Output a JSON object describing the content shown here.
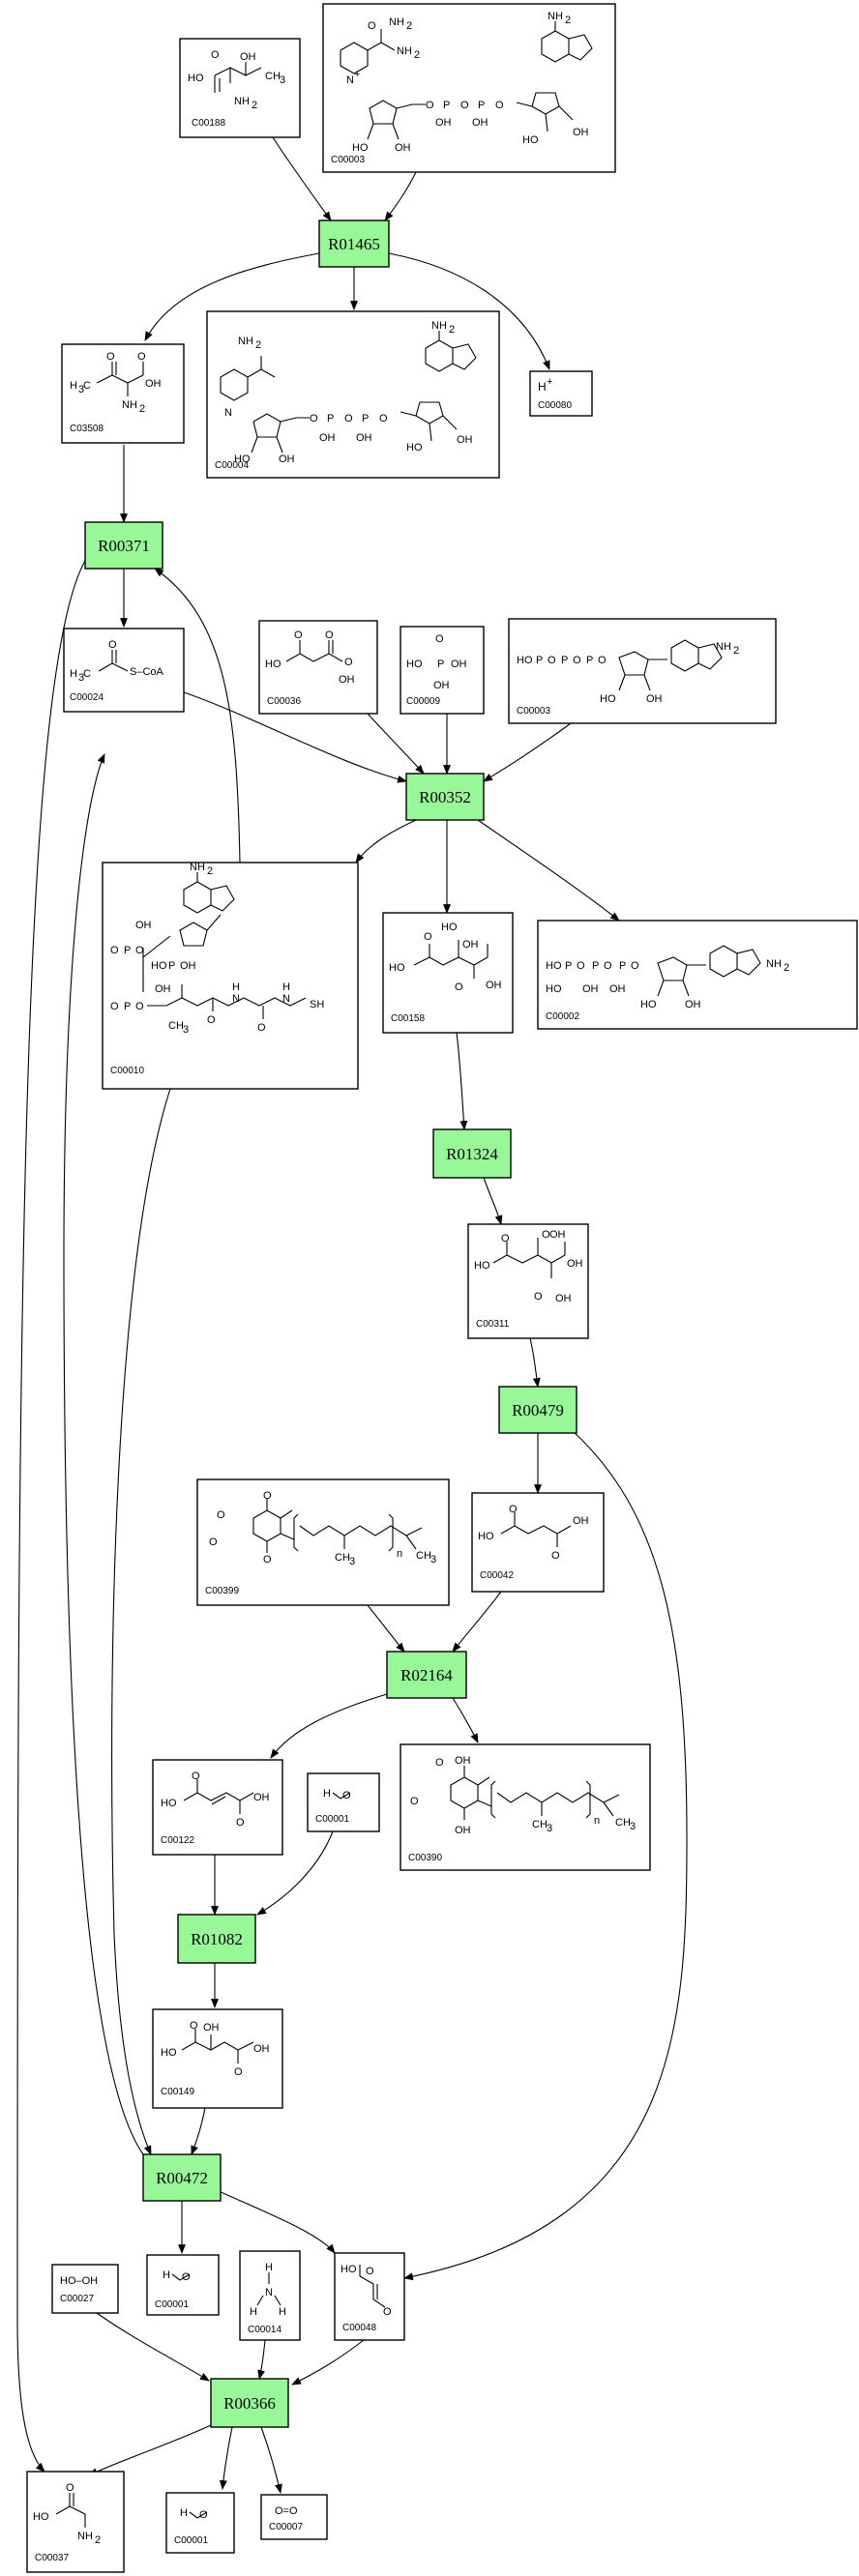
{
  "colors": {
    "reaction_fill": "#98f898",
    "edge": "#000000",
    "compound_border": "#000000"
  },
  "reactions": [
    {
      "id": "r01465",
      "label": "R01465"
    },
    {
      "id": "r00371",
      "label": "R00371"
    },
    {
      "id": "r00352",
      "label": "R00352"
    },
    {
      "id": "r01324",
      "label": "R01324"
    },
    {
      "id": "r00479",
      "label": "R00479"
    },
    {
      "id": "r02164",
      "label": "R02164"
    },
    {
      "id": "r01082",
      "label": "R01082"
    },
    {
      "id": "r00472",
      "label": "R00472"
    },
    {
      "id": "r00366",
      "label": "R00366"
    }
  ],
  "compounds": [
    {
      "id": "c00188",
      "label": "C00188"
    },
    {
      "id": "c00003a",
      "label": "C00003"
    },
    {
      "id": "c03508",
      "label": "C03508"
    },
    {
      "id": "c00004",
      "label": "C00004"
    },
    {
      "id": "c00080",
      "label": "C00080"
    },
    {
      "id": "c00024",
      "label": "C00024"
    },
    {
      "id": "c00036",
      "label": "C00036"
    },
    {
      "id": "c00009",
      "label": "C00009"
    },
    {
      "id": "c00003b",
      "label": "C00003"
    },
    {
      "id": "c00010",
      "label": "C00010"
    },
    {
      "id": "c00158",
      "label": "C00158"
    },
    {
      "id": "c00002",
      "label": "C00002"
    },
    {
      "id": "c00311",
      "label": "C00311"
    },
    {
      "id": "c00399",
      "label": "C00399"
    },
    {
      "id": "c00042",
      "label": "C00042"
    },
    {
      "id": "c00122",
      "label": "C00122"
    },
    {
      "id": "c00001a",
      "label": "C00001"
    },
    {
      "id": "c00390",
      "label": "C00390"
    },
    {
      "id": "c00149",
      "label": "C00149"
    },
    {
      "id": "c00027",
      "label": "C00027"
    },
    {
      "id": "c00001b",
      "label": "C00001"
    },
    {
      "id": "c00014",
      "label": "C00014"
    },
    {
      "id": "c00048",
      "label": "C00048"
    },
    {
      "id": "c00037",
      "label": "C00037"
    },
    {
      "id": "c00001c",
      "label": "C00001"
    },
    {
      "id": "c00007",
      "label": "C00007"
    }
  ],
  "structure_text": {
    "c00188": {
      "l1": "OH",
      "l2": "HO",
      "l3": "CH",
      "sub3": "3",
      "l4": "NH",
      "sub4": "2",
      "l5": "O"
    },
    "c00003a": {
      "nh2a": "NH",
      "sub_a": "2",
      "nh2b": "NH",
      "sub_b": "2",
      "n": "N",
      "nplus": "+",
      "p1": "P",
      "p2": "P",
      "o": "O",
      "oh": "OH",
      "ho": "HO"
    },
    "c03508": {
      "h3c": "H",
      "sub": "3",
      "c": "C",
      "oh": "OH",
      "nh2": "NH",
      "sub2": "2",
      "o": "O"
    },
    "c00004": {
      "nh2a": "NH",
      "sub_a": "2",
      "nh2b": "NH",
      "sub_b": "2",
      "n": "N",
      "p": "P",
      "oh": "OH",
      "ho": "HO",
      "o": "O"
    },
    "c00080": {
      "h": "H",
      "plus": "+"
    },
    "c00024": {
      "h3c": "H",
      "sub": "3",
      "c": "C",
      "scoa": "S–CoA",
      "o": "O"
    },
    "c00036": {
      "ho": "HO",
      "o": "O",
      "oh": "OH"
    },
    "c00009": {
      "ho": "HO",
      "p": "P",
      "oh": "OH",
      "o": "O"
    },
    "c00003b": {
      "ho": "HO",
      "p": "P",
      "o": "O",
      "oh": "OH",
      "nh2": "NH",
      "sub": "2",
      "n": "N"
    },
    "c00010": {
      "nh2": "NH",
      "sub": "2",
      "oh": "OH",
      "p": "P",
      "o": "O",
      "ho": "HO",
      "ch3": "CH",
      "sub3": "3",
      "h3c": "H",
      "c": "C",
      "n": "N",
      "h": "H",
      "sh": "SH"
    },
    "c00158": {
      "ho": "HO",
      "oh": "OH",
      "o": "O"
    },
    "c00002": {
      "ho": "HO",
      "p": "P",
      "o": "O",
      "oh": "OH",
      "nh2": "NH",
      "sub": "2",
      "n": "N"
    },
    "c00311": {
      "ho": "HO",
      "oh": "OH",
      "o": "O"
    },
    "c00399": {
      "o": "O",
      "n": "n",
      "ch3": "CH",
      "sub3": "3"
    },
    "c00042": {
      "ho": "HO",
      "oh": "OH",
      "o": "O"
    },
    "c00122": {
      "ho": "HO",
      "oh": "OH",
      "o": "O"
    },
    "c00001": {
      "h": "H",
      "o": "O"
    },
    "c00390": {
      "oh": "OH",
      "o": "O",
      "n": "n",
      "ch3": "CH",
      "sub3": "3"
    },
    "c00149": {
      "ho": "HO",
      "oh": "OH",
      "o": "O"
    },
    "c00027": {
      "hooh": "HO–OH"
    },
    "c00014": {
      "h": "H",
      "n": "N"
    },
    "c00048": {
      "ho": "HO",
      "o": "O"
    },
    "c00037": {
      "ho": "HO",
      "nh2": "NH",
      "sub": "2",
      "o": "O"
    },
    "c00007": {
      "oo": "O=O"
    }
  }
}
